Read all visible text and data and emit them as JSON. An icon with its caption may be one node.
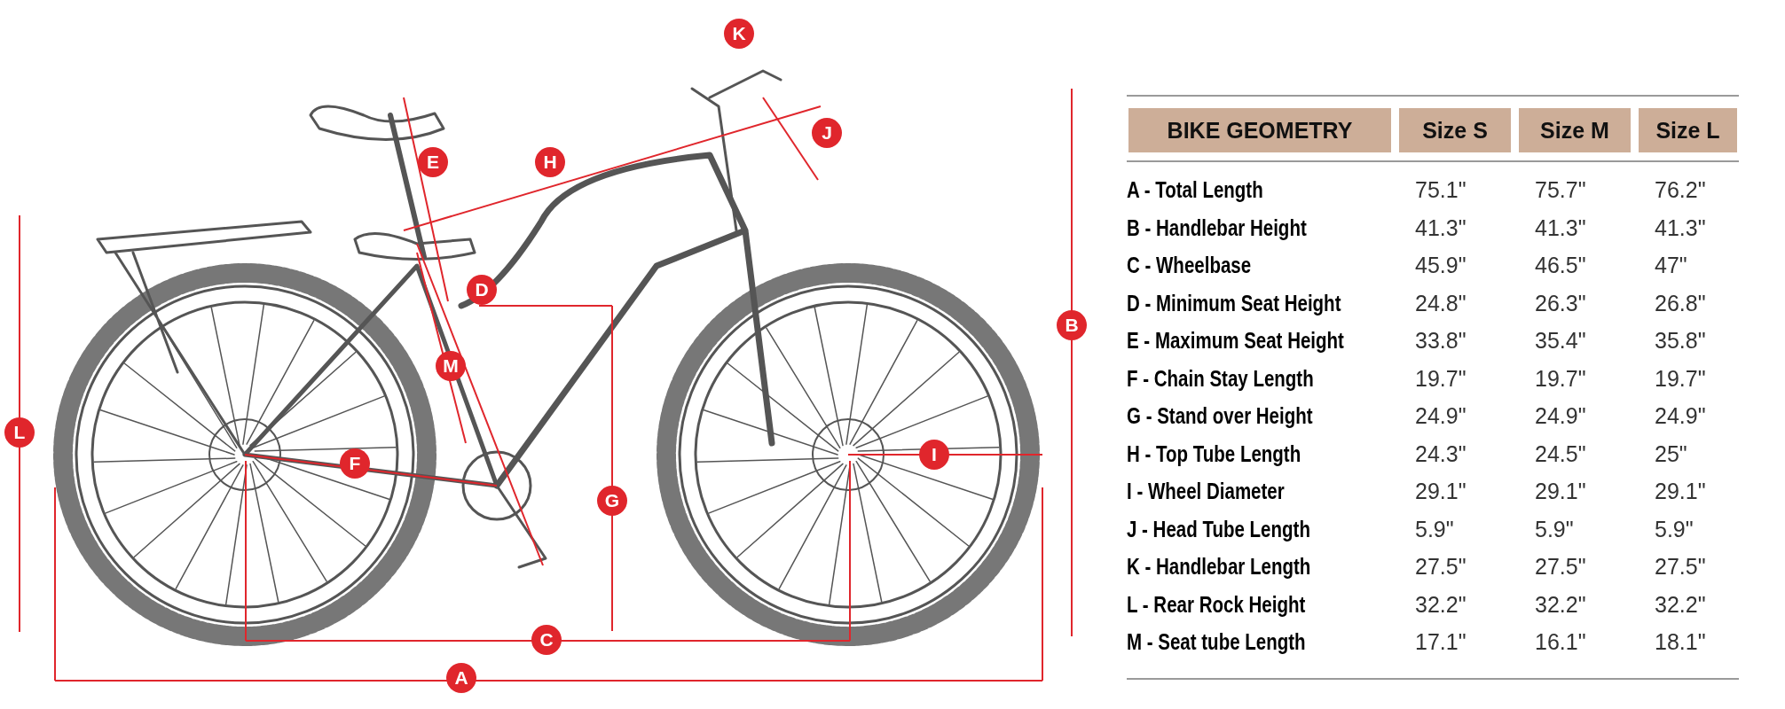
{
  "diagram": {
    "labels": [
      "K",
      "J",
      "E",
      "H",
      "D",
      "B",
      "M",
      "L",
      "I",
      "F",
      "G",
      "C",
      "A",
      "BIKE GEOMETRY",
      "Size S",
      "Size M",
      "Size L",
      "A - Total Length",
      "75.1\"",
      "75.7\"",
      "76.2\"",
      "B - Handlebar Height",
      "41.3\"",
      "41.3\"",
      "41.3\"",
      "C - Wheelbase",
      "45.9\"",
      "46.5\"",
      "47\"",
      "D - Minimum Seat Height",
      "24.8\"",
      "26.3\"",
      "26.8\"",
      "E - Maximum Seat Height",
      "33.8\"",
      "35.4\"",
      "35.8\"",
      "F - Chain Stay Length",
      "19.7\"",
      "19.7\"",
      "19.7\"",
      "G - Stand over Height",
      "24.9\"",
      "24.9\"",
      "24.9\"",
      "H - Top Tube Length",
      "24.3\"",
      "24.5\"",
      "25\"",
      "I - Wheel Diameter",
      "29.1\"",
      "29.1\"",
      "29.1\"",
      "J - Head Tube Length",
      "5.9\"",
      "5.9\"",
      "5.9\"",
      "K - Handlebar Length",
      "27.5\"",
      "27.5\"",
      "27.5\"",
      "L - Rear Rock Height",
      "32.2\"",
      "32.2\"",
      "32.2\"",
      "M - Seat tube Length",
      "17.1\"",
      "16.1\"",
      "18.1\""
    ]
  }
}
